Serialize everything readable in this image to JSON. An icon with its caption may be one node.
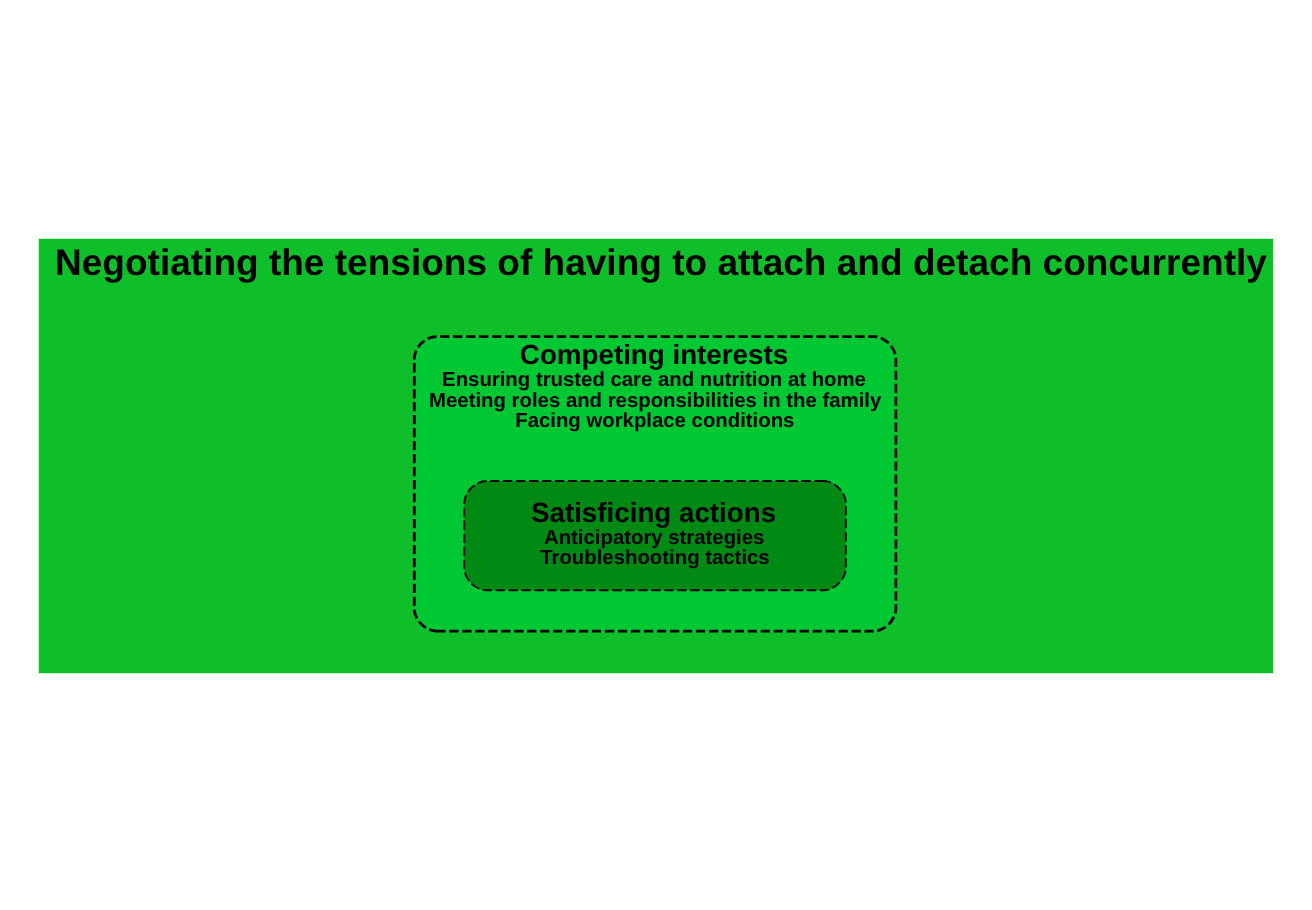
{
  "diagram": {
    "nodes": [
      {
        "text": [
          "Negotiating the tensions of having to attach and detach concurrently"
        ]
      },
      {
        "text": [
          "Competing interests",
          "Ensuring trusted care and nutrition at home",
          "Meeting roles and responsibilities in the family",
          "Facing workplace conditions"
        ],
        "in": 0
      },
      {
        "text": [
          "Satisficing actions",
          "Anticipatory strategies",
          "Troubleshooting tactics"
        ],
        "in": 1
      }
    ]
  }
}
